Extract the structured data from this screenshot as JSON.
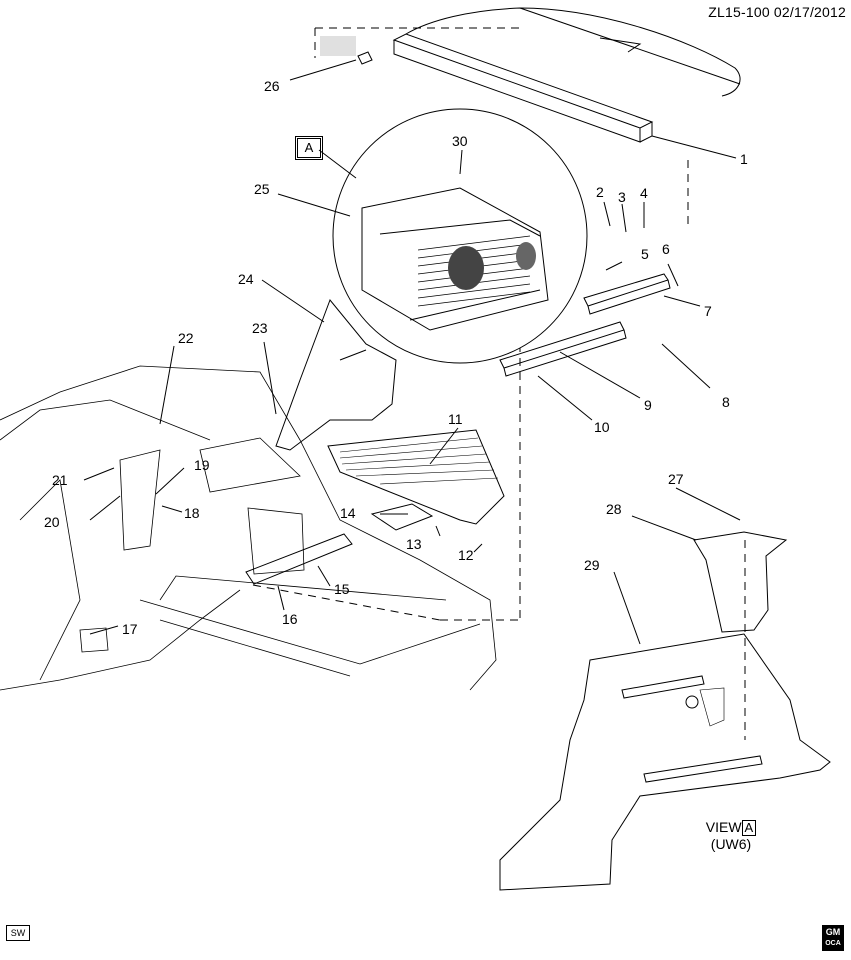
{
  "header": {
    "code": "ZL15-100 02/17/2012"
  },
  "footer": {
    "left_badge": "SW",
    "right_badge_top": "GM",
    "right_badge_bottom": "OCA"
  },
  "view": {
    "prefix": "VIEW",
    "letter": "A",
    "code": "(UW6)"
  },
  "detail_marker": "A",
  "callouts": [
    "1",
    "2",
    "3",
    "4",
    "5",
    "6",
    "7",
    "8",
    "9",
    "10",
    "11",
    "12",
    "13",
    "14",
    "15",
    "16",
    "17",
    "18",
    "19",
    "20",
    "21",
    "22",
    "23",
    "24",
    "25",
    "26",
    "27",
    "28",
    "29",
    "30"
  ]
}
